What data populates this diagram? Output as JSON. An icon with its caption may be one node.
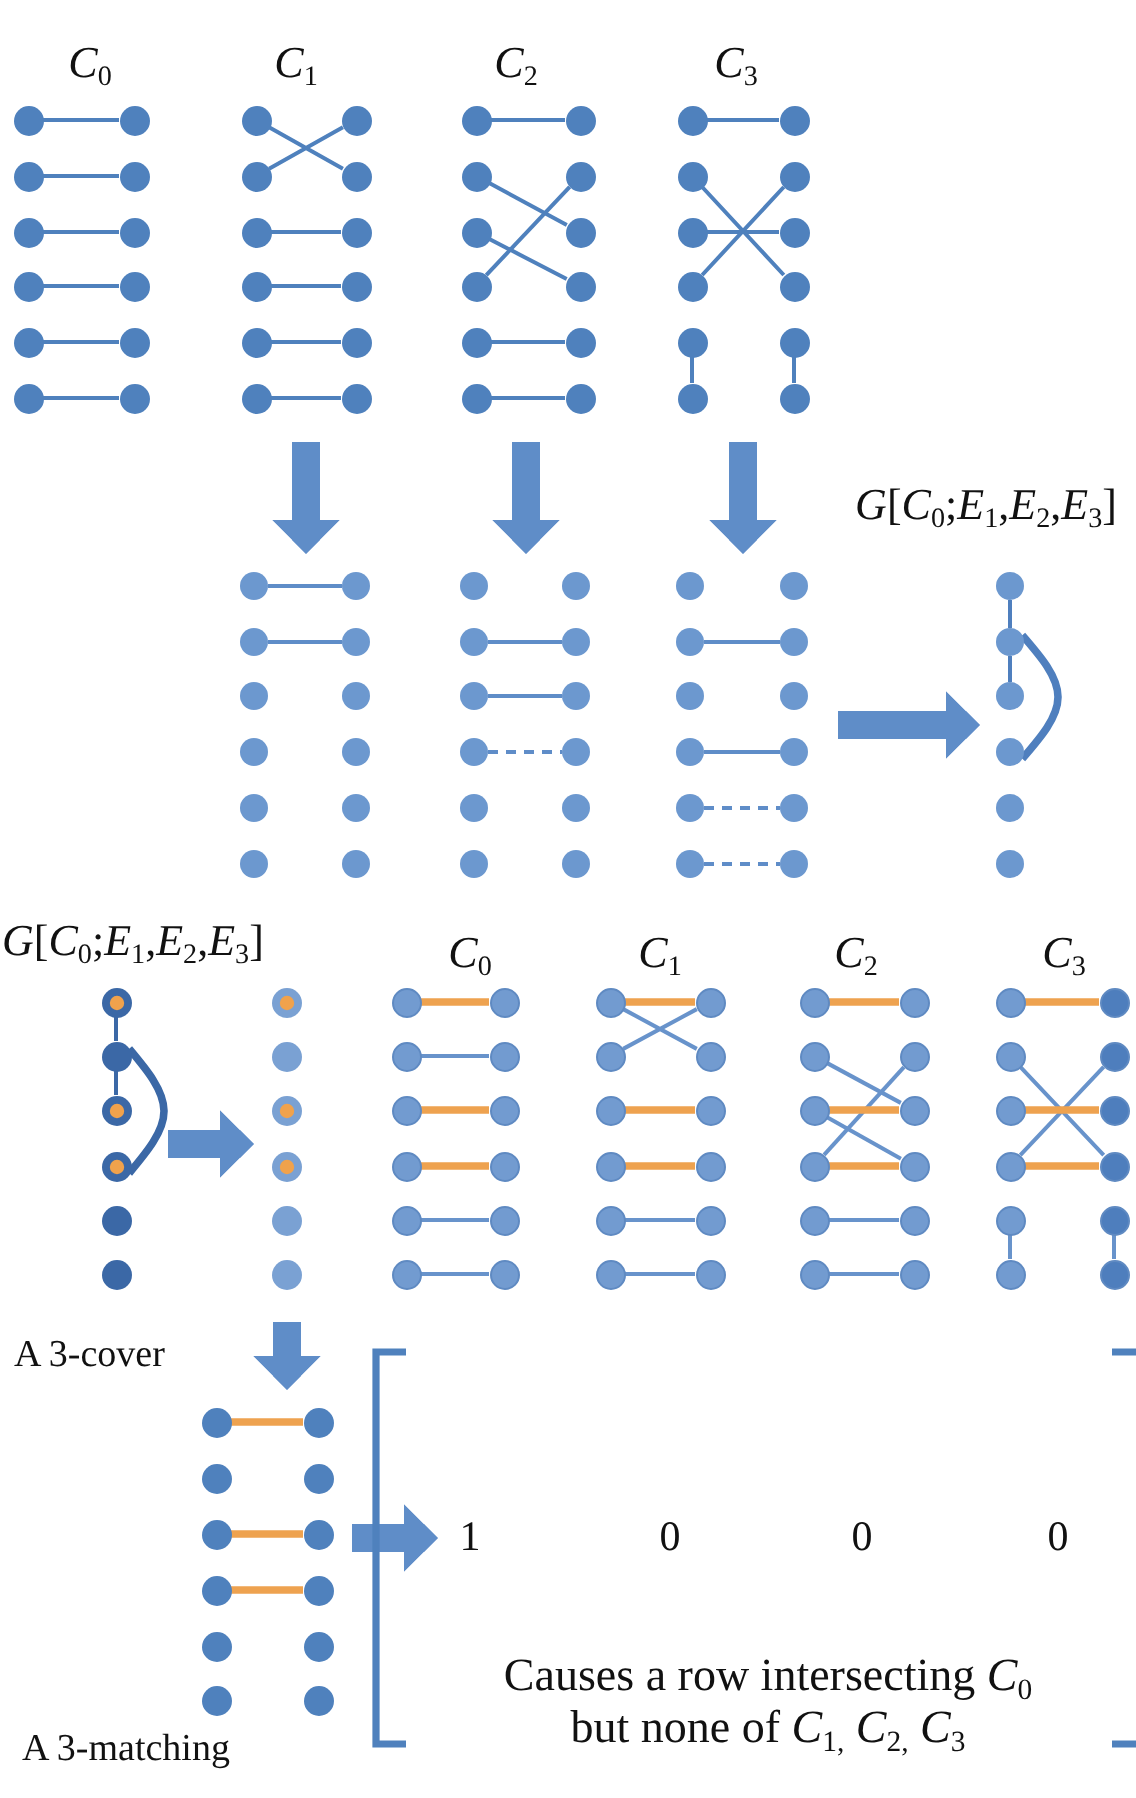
{
  "diagram": {
    "nodes": [
      {
        "text": [
          "*C*$_{0}$"
        ]
      },
      {
        "text": [],
        "shape": "circle",
        "in": 0
      },
      {
        "text": [],
        "shape": "circle",
        "in": 0
      },
      {
        "text": [],
        "shape": "circle",
        "in": 0
      },
      {
        "text": [],
        "shape": "circle",
        "in": 0
      },
      {
        "text": [],
        "shape": "circle",
        "in": 0
      },
      {
        "text": [],
        "shape": "circle",
        "in": 0
      },
      {
        "text": [],
        "shape": "circle",
        "in": 0
      },
      {
        "text": [],
        "shape": "circle",
        "in": 0
      },
      {
        "text": [],
        "shape": "circle",
        "in": 0
      },
      {
        "text": [],
        "shape": "circle",
        "in": 0
      },
      {
        "text": [],
        "shape": "circle",
        "in": 0
      },
      {
        "text": [],
        "shape": "circle",
        "in": 0
      },
      {
        "text": [
          "*C*$_{1}$"
        ]
      },
      {
        "text": [],
        "shape": "circle",
        "in": 13
      },
      {
        "text": [],
        "shape": "circle",
        "in": 13
      },
      {
        "text": [],
        "shape": "circle",
        "in": 13
      },
      {
        "text": [],
        "shape": "circle",
        "in": 13
      },
      {
        "text": [],
        "shape": "circle",
        "in": 13
      },
      {
        "text": [],
        "shape": "circle",
        "in": 13
      },
      {
        "text": [],
        "shape": "circle",
        "in": 13
      },
      {
        "text": [],
        "shape": "circle",
        "in": 13
      },
      {
        "text": [],
        "shape": "circle",
        "in": 13
      },
      {
        "text": [],
        "shape": "circle",
        "in": 13
      },
      {
        "text": [],
        "shape": "circle",
        "in": 13
      },
      {
        "text": [],
        "shape": "circle",
        "in": 13
      },
      {
        "text": [
          "*C*$_{2}$"
        ]
      },
      {
        "text": [],
        "shape": "circle",
        "in": 26
      },
      {
        "text": [],
        "shape": "circle",
        "in": 26
      },
      {
        "text": [],
        "shape": "circle",
        "in": 26
      },
      {
        "text": [],
        "shape": "circle",
        "in": 26
      },
      {
        "text": [],
        "shape": "circle",
        "in": 26
      },
      {
        "text": [],
        "shape": "circle",
        "in": 26
      },
      {
        "text": [],
        "shape": "circle",
        "in": 26
      },
      {
        "text": [],
        "shape": "circle",
        "in": 26
      },
      {
        "text": [],
        "shape": "circle",
        "in": 26
      },
      {
        "text": [],
        "shape": "circle",
        "in": 26
      },
      {
        "text": [],
        "shape": "circle",
        "in": 26
      },
      {
        "text": [],
        "shape": "circle",
        "in": 26
      },
      {
        "text": [
          "*C*$_{3}$"
        ]
      },
      {
        "text": [],
        "shape": "circle",
        "in": 39
      },
      {
        "text": [],
        "shape": "circle",
        "in": 39
      },
      {
        "text": [],
        "shape": "circle",
        "in": 39
      },
      {
        "text": [],
        "shape": "circle",
        "in": 39
      },
      {
        "text": [],
        "shape": "circle",
        "in": 39
      },
      {
        "text": [],
        "shape": "circle",
        "in": 39
      },
      {
        "text": [],
        "shape": "circle",
        "in": 39
      },
      {
        "text": [],
        "shape": "circle",
        "in": 39
      },
      {
        "text": [],
        "shape": "circle",
        "in": 39
      },
      {
        "text": [],
        "shape": "circle",
        "in": 39
      },
      {
        "text": [],
        "shape": "circle",
        "in": 39
      },
      {
        "text": [],
        "shape": "circle",
        "in": 39
      },
      {
        "text": [],
        "shape": "picture"
      },
      {
        "text": [],
        "shape": "circle",
        "in": 52
      },
      {
        "text": [],
        "shape": "circle",
        "in": 52
      },
      {
        "text": [],
        "shape": "circle",
        "in": 52
      },
      {
        "text": [],
        "shape": "circle",
        "in": 52
      },
      {
        "text": [],
        "shape": "circle",
        "in": 52
      },
      {
        "text": [],
        "shape": "circle",
        "in": 52
      },
      {
        "text": [],
        "shape": "circle",
        "in": 52
      },
      {
        "text": [],
        "shape": "circle",
        "in": 52
      },
      {
        "text": [],
        "shape": "circle",
        "in": 52
      },
      {
        "text": [],
        "shape": "circle",
        "in": 52
      },
      {
        "text": [],
        "shape": "circle",
        "in": 52
      },
      {
        "text": [],
        "shape": "circle",
        "in": 52
      },
      {
        "text": [],
        "shape": "picture"
      },
      {
        "text": [],
        "shape": "circle",
        "in": 65
      },
      {
        "text": [],
        "shape": "circle",
        "in": 65
      },
      {
        "text": [],
        "shape": "circle",
        "in": 65
      },
      {
        "text": [],
        "shape": "circle",
        "in": 65
      },
      {
        "text": [],
        "shape": "circle",
        "in": 65
      },
      {
        "text": [],
        "shape": "circle",
        "in": 65
      },
      {
        "text": [],
        "shape": "circle",
        "in": 65
      },
      {
        "text": [],
        "shape": "circle",
        "in": 65
      },
      {
        "text": [],
        "shape": "circle",
        "in": 65
      },
      {
        "text": [],
        "shape": "circle",
        "in": 65
      },
      {
        "text": [],
        "shape": "circle",
        "in": 65
      },
      {
        "text": [],
        "shape": "circle",
        "in": 65
      },
      {
        "text": [],
        "shape": "picture"
      },
      {
        "text": [],
        "shape": "circle",
        "in": 78
      },
      {
        "text": [],
        "shape": "circle",
        "in": 78
      },
      {
        "text": [],
        "shape": "circle",
        "in": 78
      },
      {
        "text": [],
        "shape": "circle",
        "in": 78
      },
      {
        "text": [],
        "shape": "circle",
        "in": 78
      },
      {
        "text": [],
        "shape": "circle",
        "in": 78
      },
      {
        "text": [],
        "shape": "circle",
        "in": 78
      },
      {
        "text": [],
        "shape": "circle",
        "in": 78
      },
      {
        "text": [],
        "shape": "circle",
        "in": 78
      },
      {
        "text": [],
        "shape": "circle",
        "in": 78
      },
      {
        "text": [],
        "shape": "circle",
        "in": 78
      },
      {
        "text": [],
        "shape": "circle",
        "in": 78
      },
      {
        "text": [],
        "shape": "picture"
      },
      {
        "text": [],
        "shape": "circle",
        "in": 91
      },
      {
        "text": [],
        "shape": "circle",
        "in": 91
      },
      {
        "text": [],
        "shape": "circle",
        "in": 91
      },
      {
        "text": [],
        "shape": "circle",
        "in": 91
      },
      {
        "text": [],
        "shape": "circle",
        "in": 91
      },
      {
        "text": [],
        "shape": "circle",
        "in": 91
      },
      {
        "text": [],
        "shape": "picture",
        "beside": [
          "A 3-cover"
        ]
      },
      {
        "text": [],
        "shape": "circle",
        "in": 98
      },
      {
        "text": [],
        "shape": "circle",
        "in": 98
      },
      {
        "text": [],
        "shape": "circle",
        "in": 98
      },
      {
        "text": [],
        "shape": "circle",
        "in": 98
      },
      {
        "text": [],
        "shape": "circle",
        "in": 98
      },
      {
        "text": [],
        "shape": "circle",
        "in": 98
      },
      {
        "text": [],
        "shape": "picture"
      },
      {
        "text": [],
        "shape": "circle",
        "in": 105
      },
      {
        "text": [],
        "shape": "circle",
        "in": 105
      },
      {
        "text": [],
        "shape": "circle",
        "in": 105
      },
      {
        "text": [],
        "shape": "circle",
        "in": 105
      },
      {
        "text": [],
        "shape": "circle",
        "in": 105
      },
      {
        "text": [],
        "shape": "circle",
        "in": 105
      },
      {
        "text": [
          "*C*$_{0}$"
        ]
      },
      {
        "text": [],
        "shape": "circle",
        "in": 112
      },
      {
        "text": [],
        "shape": "circle",
        "in": 112
      },
      {
        "text": [],
        "shape": "circle",
        "in": 112
      },
      {
        "text": [],
        "shape": "circle",
        "in": 112
      },
      {
        "text": [],
        "shape": "circle",
        "in": 112
      },
      {
        "text": [],
        "shape": "circle",
        "in": 112
      },
      {
        "text": [],
        "shape": "circle",
        "in": 112
      },
      {
        "text": [],
        "shape": "circle",
        "in": 112
      },
      {
        "text": [],
        "shape": "circle",
        "in": 112
      },
      {
        "text": [],
        "shape": "circle",
        "in": 112
      },
      {
        "text": [],
        "shape": "circle",
        "in": 112
      },
      {
        "text": [],
        "shape": "circle",
        "in": 112
      },
      {
        "text": [
          "*C*$_{1}$"
        ]
      },
      {
        "text": [],
        "shape": "circle",
        "in": 125
      },
      {
        "text": [],
        "shape": "circle",
        "in": 125
      },
      {
        "text": [],
        "shape": "circle",
        "in": 125
      },
      {
        "text": [],
        "shape": "circle",
        "in": 125
      },
      {
        "text": [],
        "shape": "circle",
        "in": 125
      },
      {
        "text": [],
        "shape": "circle",
        "in": 125
      },
      {
        "text": [],
        "shape": "circle",
        "in": 125
      },
      {
        "text": [],
        "shape": "circle",
        "in": 125
      },
      {
        "text": [],
        "shape": "circle",
        "in": 125
      },
      {
        "text": [],
        "shape": "circle",
        "in": 125
      },
      {
        "text": [],
        "shape": "circle",
        "in": 125
      },
      {
        "text": [],
        "shape": "circle",
        "in": 125
      },
      {
        "text": [
          "*C*$_{2}$"
        ]
      },
      {
        "text": [],
        "shape": "circle",
        "in": 138
      },
      {
        "text": [],
        "shape": "circle",
        "in": 138
      },
      {
        "text": [],
        "shape": "circle",
        "in": 138
      },
      {
        "text": [],
        "shape": "circle",
        "in": 138
      },
      {
        "text": [],
        "shape": "circle",
        "in": 138
      },
      {
        "text": [],
        "shape": "circle",
        "in": 138
      },
      {
        "text": [],
        "shape": "circle",
        "in": 138
      },
      {
        "text": [],
        "shape": "circle",
        "in": 138
      },
      {
        "text": [],
        "shape": "circle",
        "in": 138
      },
      {
        "text": [],
        "shape": "circle",
        "in": 138
      },
      {
        "text": [],
        "shape": "circle",
        "in": 138
      },
      {
        "text": [],
        "shape": "circle",
        "in": 138
      },
      {
        "text": [
          "*C*$_{3}$"
        ]
      },
      {
        "text": [],
        "shape": "circle",
        "in": 151
      },
      {
        "text": [],
        "shape": "circle",
        "in": 151
      },
      {
        "text": [],
        "shape": "circle",
        "in": 151
      },
      {
        "text": [],
        "shape": "circle",
        "in": 151
      },
      {
        "text": [],
        "shape": "circle",
        "in": 151
      },
      {
        "text": [],
        "shape": "circle",
        "in": 151
      },
      {
        "text": [],
        "shape": "circle",
        "in": 151
      },
      {
        "text": [],
        "shape": "circle",
        "in": 151
      },
      {
        "text": [],
        "shape": "circle",
        "in": 151
      },
      {
        "text": [],
        "shape": "circle",
        "in": 151
      },
      {
        "text": [],
        "shape": "circle",
        "in": 151
      },
      {
        "text": [],
        "shape": "circle",
        "in": 151
      },
      {
        "text": [],
        "shape": "picture",
        "beside": [
          "A 3-matching"
        ]
      },
      {
        "text": [],
        "shape": "circle",
        "in": 164
      },
      {
        "text": [],
        "shape": "circle",
        "in": 164
      },
      {
        "text": [],
        "shape": "circle",
        "in": 164
      },
      {
        "text": [],
        "shape": "circle",
        "in": 164
      },
      {
        "text": [],
        "shape": "circle",
        "in": 164
      },
      {
        "text": [],
        "shape": "circle",
        "in": 164
      },
      {
        "text": [],
        "shape": "circle",
        "in": 164
      },
      {
        "text": [],
        "shape": "circle",
        "in": 164
      },
      {
        "text": [],
        "shape": "circle",
        "in": 164
      },
      {
        "text": [],
        "shape": "circle",
        "in": 164
      },
      {
        "text": [],
        "shape": "circle",
        "in": 164
      },
      {
        "text": [],
        "shape": "circle",
        "in": 164
      },
      {
        "text": [
          "1",
          "0",
          "0",
          "0",
          "Causes a row intersecting *C*$_{0}$ but none of *C*$_{1,}$ *C*$_{2,}$ *C*$_{3}$"
        ]
      }
    ],
    "edges": [
      {
        "from": 1,
        "to": 2,
        "arrow": "none"
      },
      {
        "from": 3,
        "to": 4,
        "arrow": "none"
      },
      {
        "from": 5,
        "to": 6,
        "arrow": "none"
      },
      {
        "from": 7,
        "to": 8,
        "arrow": "none"
      },
      {
        "from": 9,
        "to": 10,
        "arrow": "none"
      },
      {
        "from": 11,
        "to": 12,
        "arrow": "none"
      },
      {
        "from": 14,
        "to": 17,
        "arrow": "none"
      },
      {
        "from": 16,
        "to": 15,
        "arrow": "none"
      },
      {
        "from": 18,
        "to": 19,
        "arrow": "none"
      },
      {
        "from": 20,
        "to": 21,
        "arrow": "none"
      },
      {
        "from": 22,
        "to": 23,
        "arrow": "none"
      },
      {
        "from": 24,
        "to": 25,
        "arrow": "none"
      },
      {
        "from": 27,
        "to": 28,
        "arrow": "none"
      },
      {
        "from": 29,
        "to": 32,
        "arrow": "none"
      },
      {
        "from": 31,
        "to": 34,
        "arrow": "none"
      },
      {
        "from": 33,
        "to": 30,
        "arrow": "none"
      },
      {
        "from": 35,
        "to": 36,
        "arrow": "none"
      },
      {
        "from": 37,
        "to": 38,
        "arrow": "none"
      },
      {
        "from": 40,
        "to": 41,
        "arrow": "none"
      },
      {
        "from": 42,
        "to": 47,
        "arrow": "none"
      },
      {
        "from": 44,
        "to": 45,
        "arrow": "none"
      },
      {
        "from": 46,
        "to": 43,
        "arrow": "none"
      },
      {
        "from": 48,
        "to": 50,
        "arrow": "none"
      },
      {
        "from": 49,
        "to": 51,
        "arrow": "none"
      },
      {
        "from": 53,
        "to": 54,
        "arrow": "none"
      },
      {
        "from": 55,
        "to": 56,
        "arrow": "none"
      },
      {
        "from": 68,
        "to": 69,
        "arrow": "none"
      },
      {
        "from": 70,
        "to": 71,
        "arrow": "none"
      },
      {
        "from": 72,
        "to": 73,
        "arrow": "none",
        "style": "dashed"
      },
      {
        "from": 81,
        "to": 82,
        "arrow": "none"
      },
      {
        "from": 85,
        "to": 86,
        "arrow": "none"
      },
      {
        "from": 87,
        "to": 88,
        "arrow": "none",
        "style": "dashed"
      },
      {
        "from": 89,
        "to": 90,
        "arrow": "none",
        "style": "dashed"
      },
      {
        "from": 92,
        "to": 93,
        "arrow": "none"
      },
      {
        "from": 93,
        "to": 94,
        "arrow": "none"
      },
      {
        "from": 93,
        "to": 95,
        "arrow": "none",
        "style": "thick"
      },
      {
        "from": 99,
        "to": 100,
        "arrow": "none"
      },
      {
        "from": 100,
        "to": 101,
        "arrow": "none"
      },
      {
        "from": 100,
        "to": 102,
        "arrow": "none",
        "style": "thick"
      },
      {
        "from": 113,
        "to": 114,
        "arrow": "none",
        "style": "thick",
        "color": "#eea24f"
      },
      {
        "from": 115,
        "to": 116,
        "arrow": "none"
      },
      {
        "from": 117,
        "to": 118,
        "arrow": "none",
        "style": "thick",
        "color": "#eea24f"
      },
      {
        "from": 119,
        "to": 120,
        "arrow": "none",
        "style": "thick",
        "color": "#eea24f"
      },
      {
        "from": 121,
        "to": 122,
        "arrow": "none"
      },
      {
        "from": 123,
        "to": 124,
        "arrow": "none"
      },
      {
        "from": 126,
        "to": 129,
        "arrow": "none"
      },
      {
        "from": 128,
        "to": 127,
        "arrow": "none"
      },
      {
        "from": 126,
        "to": 127,
        "arrow": "none",
        "style": "thick",
        "color": "#eea24f"
      },
      {
        "from": 130,
        "to": 131,
        "arrow": "none",
        "style": "thick",
        "color": "#eea24f"
      },
      {
        "from": 132,
        "to": 133,
        "arrow": "none",
        "style": "thick",
        "color": "#eea24f"
      },
      {
        "from": 134,
        "to": 135,
        "arrow": "none"
      },
      {
        "from": 136,
        "to": 137,
        "arrow": "none"
      },
      {
        "from": 141,
        "to": 144,
        "arrow": "none"
      },
      {
        "from": 143,
        "to": 146,
        "arrow": "none"
      },
      {
        "from": 145,
        "to": 142,
        "arrow": "none"
      },
      {
        "from": 139,
        "to": 140,
        "arrow": "none",
        "style": "thick",
        "color": "#eea24f"
      },
      {
        "from": 143,
        "to": 144,
        "arrow": "none",
        "style": "thick",
        "color": "#eea24f"
      },
      {
        "from": 145,
        "to": 146,
        "arrow": "none",
        "style": "thick",
        "color": "#eea24f"
      },
      {
        "from": 147,
        "to": 148,
        "arrow": "none"
      },
      {
        "from": 149,
        "to": 150,
        "arrow": "none"
      },
      {
        "from": 154,
        "to": 159,
        "arrow": "none"
      },
      {
        "from": 158,
        "to": 155,
        "arrow": "none"
      },
      {
        "from": 152,
        "to": 153,
        "arrow": "none",
        "style": "thick",
        "color": "#eea24f"
      },
      {
        "from": 156,
        "to": 157,
        "arrow": "none",
        "style": "thick",
        "color": "#eea24f"
      },
      {
        "from": 158,
        "to": 159,
        "arrow": "none",
        "style": "thick",
        "color": "#eea24f"
      },
      {
        "from": 160,
        "to": 162,
        "arrow": "none"
      },
      {
        "from": 161,
        "to": 163,
        "arrow": "none"
      },
      {
        "from": 165,
        "to": 166,
        "arrow": "none",
        "style": "thick",
        "color": "#eea24f"
      },
      {
        "from": 169,
        "to": 170,
        "arrow": "none",
        "style": "thick",
        "color": "#eea24f"
      },
      {
        "from": 171,
        "to": 172,
        "arrow": "none",
        "style": "thick",
        "color": "#eea24f"
      },
      {
        "from": 13,
        "to": 52,
        "arrow": "to",
        "style": "thick"
      },
      {
        "from": 26,
        "to": 65,
        "arrow": "to",
        "style": "thick"
      },
      {
        "from": 39,
        "to": 78,
        "arrow": "to",
        "style": "thick"
      },
      {
        "from": 78,
        "to": 91,
        "arrow": "to",
        "style": "thick"
      },
      {
        "from": 98,
        "to": 105,
        "arrow": "to",
        "style": "thick"
      },
      {
        "from": 105,
        "to": 164,
        "arrow": "to",
        "style": "thick"
      },
      {
        "from": 164,
        "to": 177,
        "arrow": "to",
        "style": "thick"
      }
    ],
    "labels": [
      "*G*[*C*$_{0}$;*E*$_{1}$,*E*$_{2}$,*E*$_{3}$]",
      "*G*[*C*$_{0}$;*E*$_{1}$,*E*$_{2}$,*E*$_{3}$]"
    ]
  }
}
